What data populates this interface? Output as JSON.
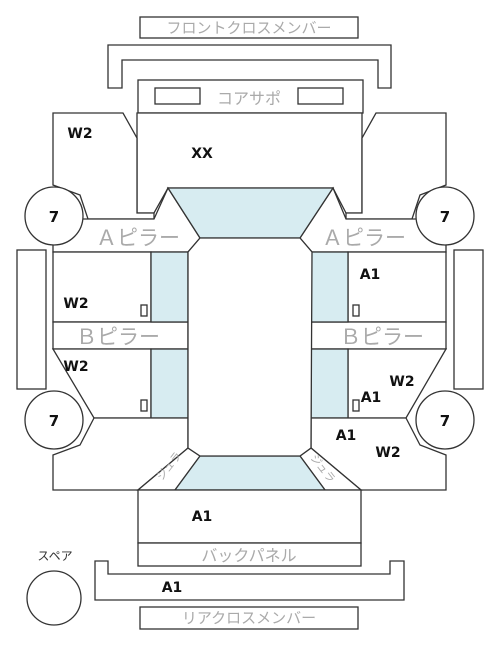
{
  "labels": {
    "front_cross_member": "フロントクロスメンバー",
    "core_support": "コアサポ",
    "a_pillar": "Ａピラー",
    "b_pillar": "Ｂピラー",
    "back_panel": "バックパネル",
    "rear_cross_member": "リアクロスメンバー",
    "spare": "スペア",
    "rear_window_side": "ジュラ"
  },
  "wheels": {
    "front_left": "7",
    "front_right": "7",
    "rear_left": "7",
    "rear_right": "7"
  },
  "codes": {
    "front_left_fender": "W2",
    "hood": "XX",
    "front_left_door": "W2",
    "rear_left_door": "W2",
    "front_right_door": "A1",
    "rear_right_door_a": "A1",
    "rear_right_door_w": "W2",
    "rear_right_quarter_a": "A1",
    "rear_right_quarter_w": "W2",
    "trunk": "A1",
    "rear_bumper": "A1"
  },
  "colors": {
    "outline": "#333333",
    "glass": "#d7ecf1",
    "label_gray": "#aaaaaa",
    "code_text": "#111111"
  }
}
